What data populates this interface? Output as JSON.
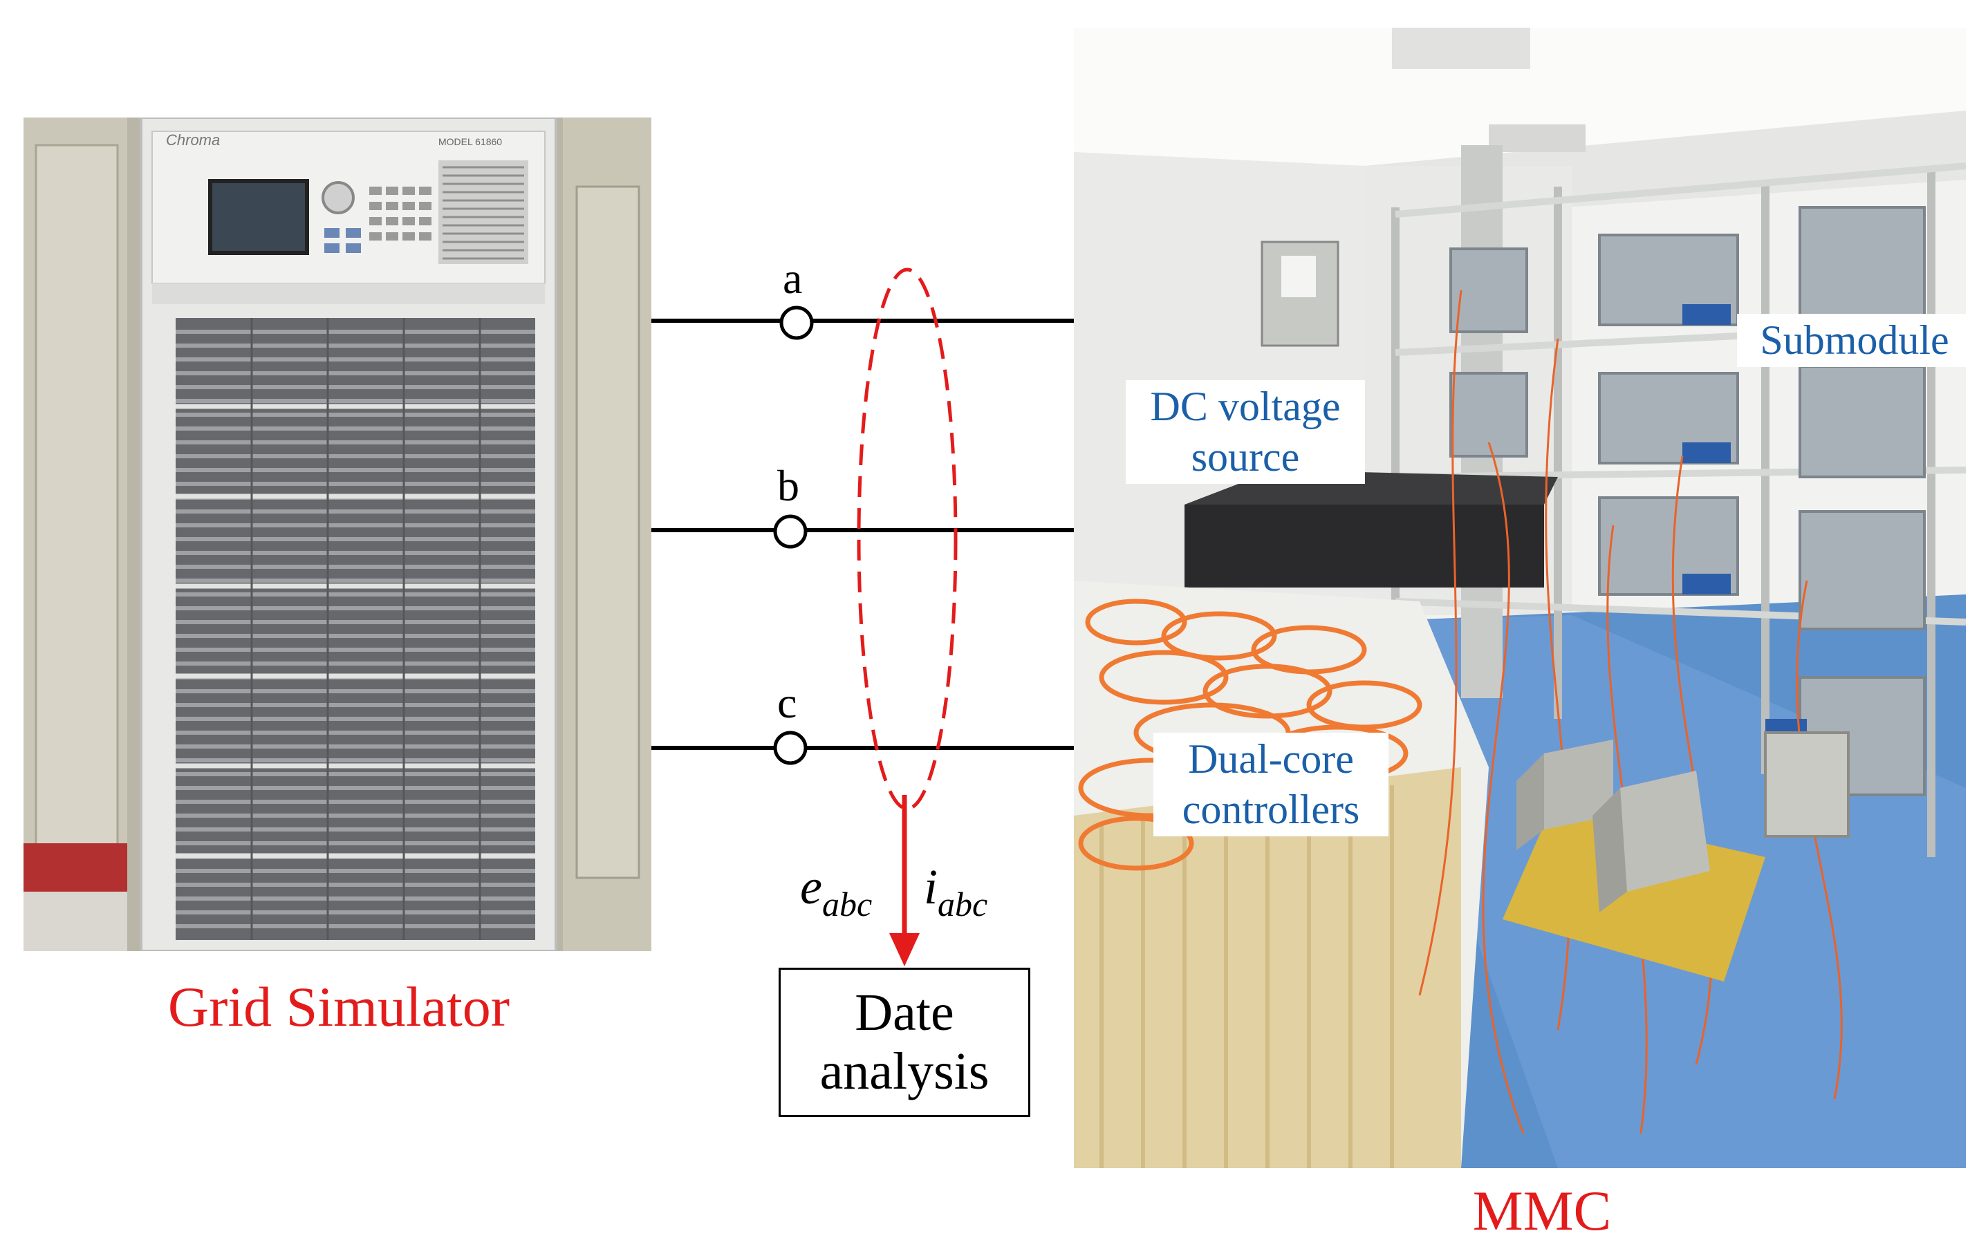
{
  "grid_simulator": {
    "caption": "Grid Simulator",
    "brand": "Chroma",
    "model": "MODEL 61860",
    "caption_color": "#e31b1b"
  },
  "phases": [
    "a",
    "b",
    "c"
  ],
  "signals": {
    "voltage": {
      "base": "e",
      "sub": "abc"
    },
    "current": {
      "base": "i",
      "sub": "abc"
    }
  },
  "analysis_box": {
    "line1": "Date",
    "line2": "analysis"
  },
  "mmc": {
    "caption": "MMC",
    "labels": {
      "dc_source": [
        "DC voltage",
        "source"
      ],
      "submodule": "Submodule",
      "controllers": [
        "Dual-core",
        "controllers"
      ]
    },
    "label_color": "#1a5fa8"
  },
  "colors": {
    "caption_red": "#e31b1b",
    "label_blue": "#1a5fa8",
    "wire": "#000000",
    "arrow_red": "#e31b1b"
  }
}
